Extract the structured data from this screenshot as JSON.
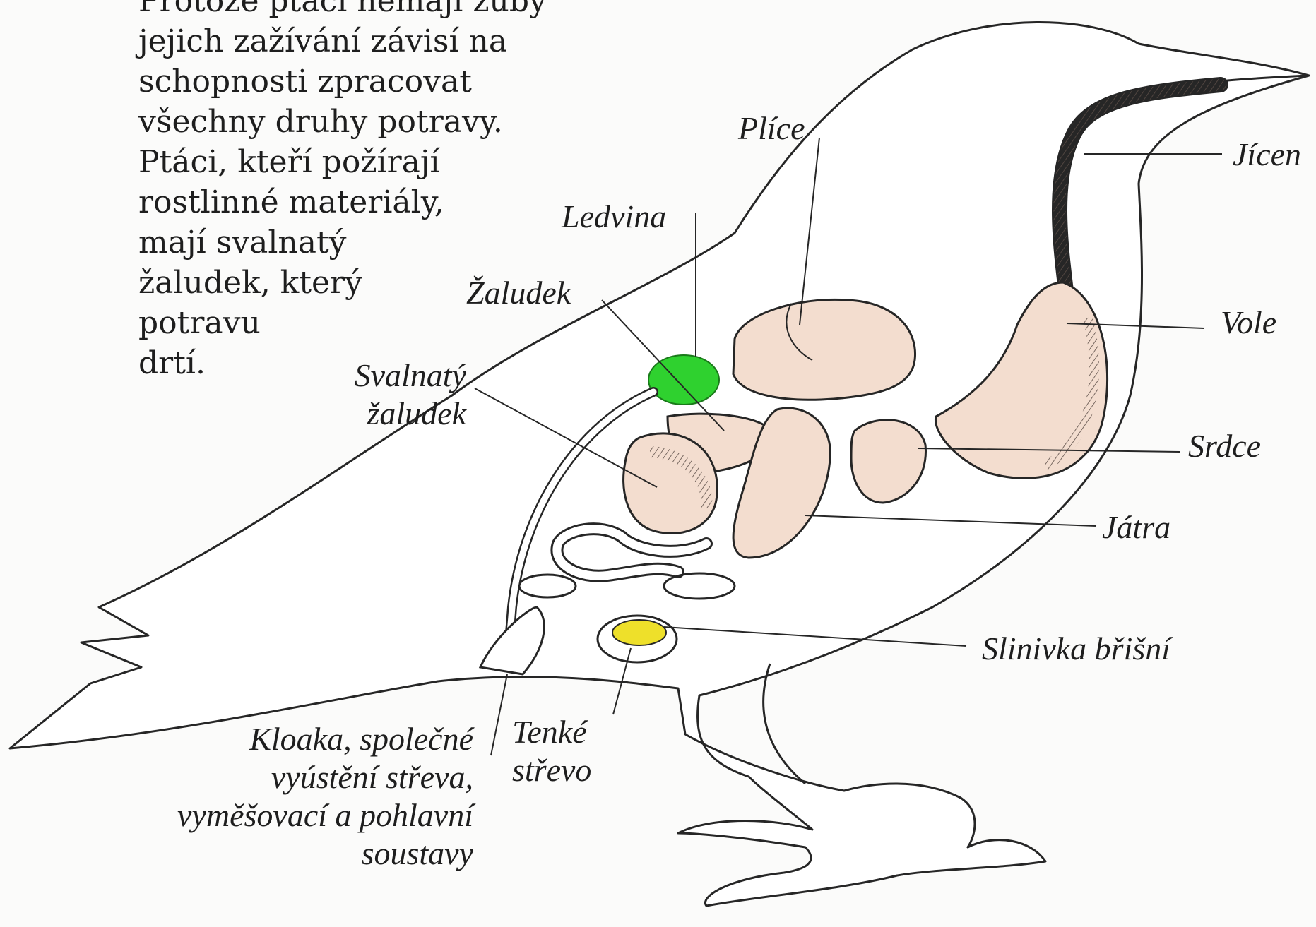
{
  "intro": {
    "lines": [
      "Protože ptáci nemají zuby",
      "jejich zažívání závisí na",
      "schopnosti zpracovat",
      "všechny druhy potravy.",
      "Ptáci, kteří požírají",
      "rostlinné materiály,",
      "mají svalnatý",
      "žaludek, který",
      "potravu",
      "drtí."
    ]
  },
  "labels": {
    "plice": "Plíce",
    "jicen": "Jícen",
    "ledvina": "Ledvina",
    "zaludek": "Žaludek",
    "vole": "Vole",
    "svalnaty_1": "Svalnatý",
    "svalnaty_2": "žaludek",
    "srdce": "Srdce",
    "jatra": "Játra",
    "slinivka": "Slinivka břišní",
    "kloaka_1": "Kloaka, společné",
    "kloaka_2": "vyústění střeva,",
    "kloaka_3": "vyměšovací a pohlavní",
    "kloaka_4": "soustavy",
    "tenke_1": "Tenké",
    "tenke_2": "střevo"
  },
  "colors": {
    "kidney": "#2fd12f",
    "pancreas": "#eee02a",
    "organ": "#f3ddcf",
    "outline": "#262626"
  }
}
